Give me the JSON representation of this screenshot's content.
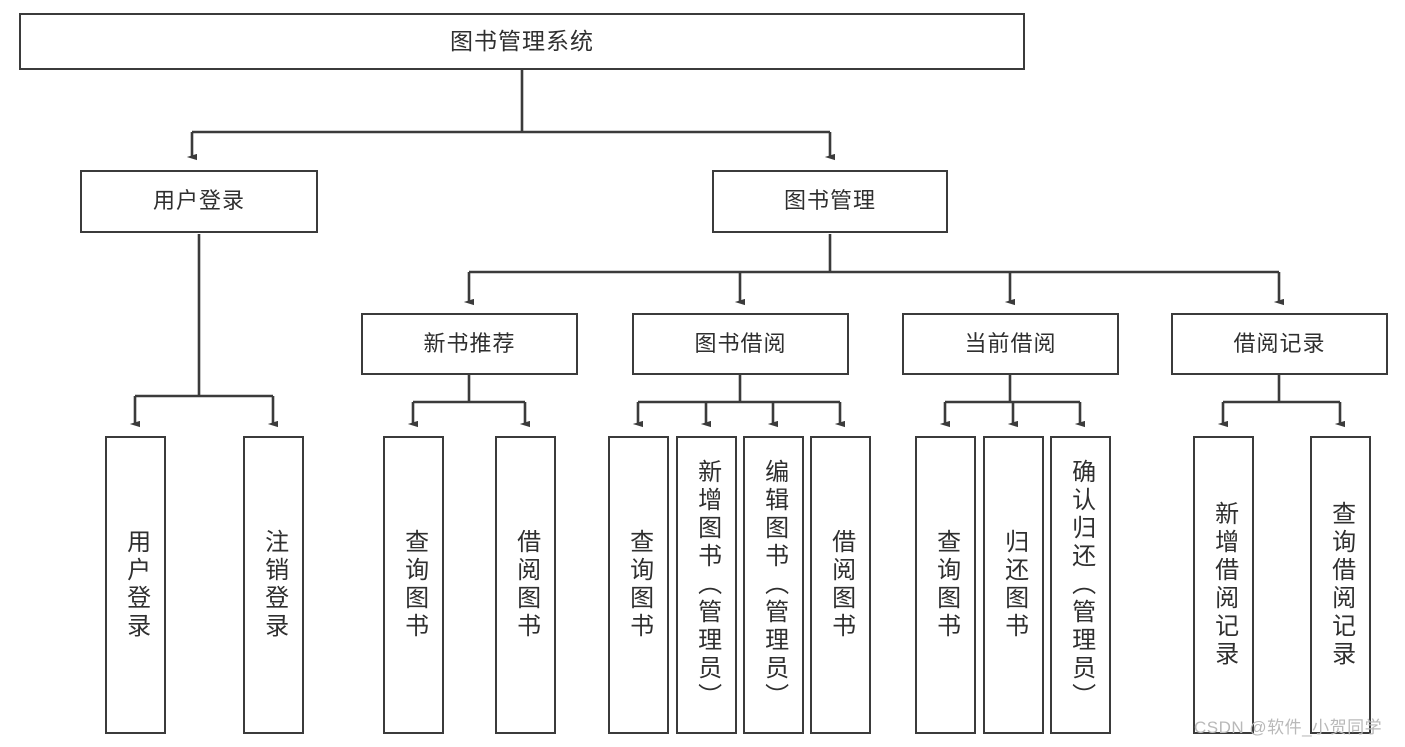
{
  "diagram": {
    "title": "图书管理系统",
    "type": "tree",
    "style": {
      "box_border_color": "#3b3b3b",
      "box_fill": "#ffffff",
      "text_color": "#2f2f2f",
      "connector_color": "#3b3b3b",
      "background": "#ffffff"
    },
    "root": {
      "label": "图书管理系统"
    },
    "level2": [
      {
        "label": "用户登录"
      },
      {
        "label": "图书管理"
      }
    ],
    "level3": [
      {
        "label": "新书推荐"
      },
      {
        "label": "图书借阅"
      },
      {
        "label": "当前借阅"
      },
      {
        "label": "借阅记录"
      }
    ],
    "leaves": {
      "user_login": [
        {
          "label": "用户登录"
        },
        {
          "label": "注销登录"
        }
      ],
      "new_book_recommend": [
        {
          "label": "查询图书"
        },
        {
          "label": "借阅图书"
        }
      ],
      "book_borrow": [
        {
          "label": "查询图书"
        },
        {
          "label": "新增图书（管理员）"
        },
        {
          "label": "编辑图书（管理员）"
        },
        {
          "label": "借阅图书"
        }
      ],
      "current_borrow": [
        {
          "label": "查询图书"
        },
        {
          "label": "归还图书"
        },
        {
          "label": "确认归还（管理员）"
        }
      ],
      "borrow_record": [
        {
          "label": "新增借阅记录"
        },
        {
          "label": "查询借阅记录"
        }
      ]
    }
  },
  "watermark": {
    "text": "CSDN @软件_小贺同学"
  }
}
